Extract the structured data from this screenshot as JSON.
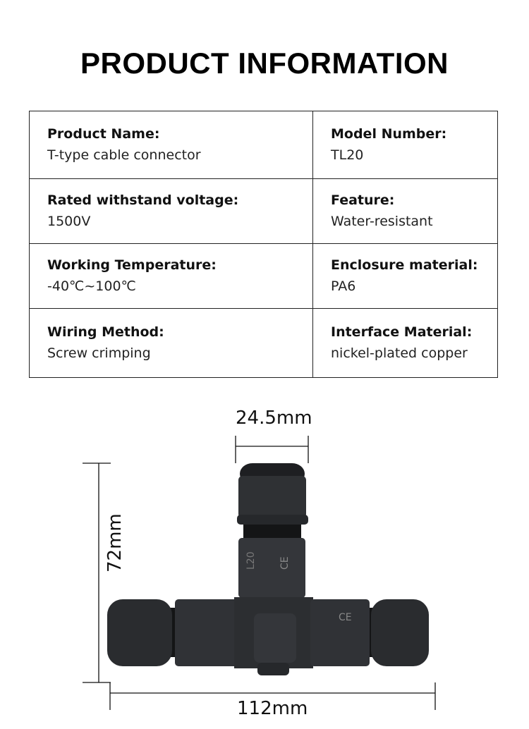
{
  "header": {
    "title": "PRODUCT INFORMATION"
  },
  "specs": [
    {
      "left": {
        "label": "Product Name:",
        "value": "T-type cable connector"
      },
      "right": {
        "label": "Model Number:",
        "value": "TL20"
      }
    },
    {
      "left": {
        "label": "Rated withstand voltage:",
        "value": "1500V"
      },
      "right": {
        "label": "Feature:",
        "value": "Water-resistant"
      }
    },
    {
      "left": {
        "label": "Working Temperature:",
        "value": "-40℃~100℃"
      },
      "right": {
        "label": "Enclosure material:",
        "value": "PA6"
      }
    },
    {
      "left": {
        "label": "Wiring Method:",
        "value": "Screw crimping"
      },
      "right": {
        "label": "Interface Material:",
        "value": "nickel-plated copper"
      }
    }
  ],
  "dimensions": {
    "width_top": "24.5mm",
    "height": "72mm",
    "length": "112mm"
  },
  "product_marks": {
    "model": "L20",
    "cert": "CE"
  },
  "colors": {
    "body": "#2b2d30",
    "text": "#111111"
  }
}
